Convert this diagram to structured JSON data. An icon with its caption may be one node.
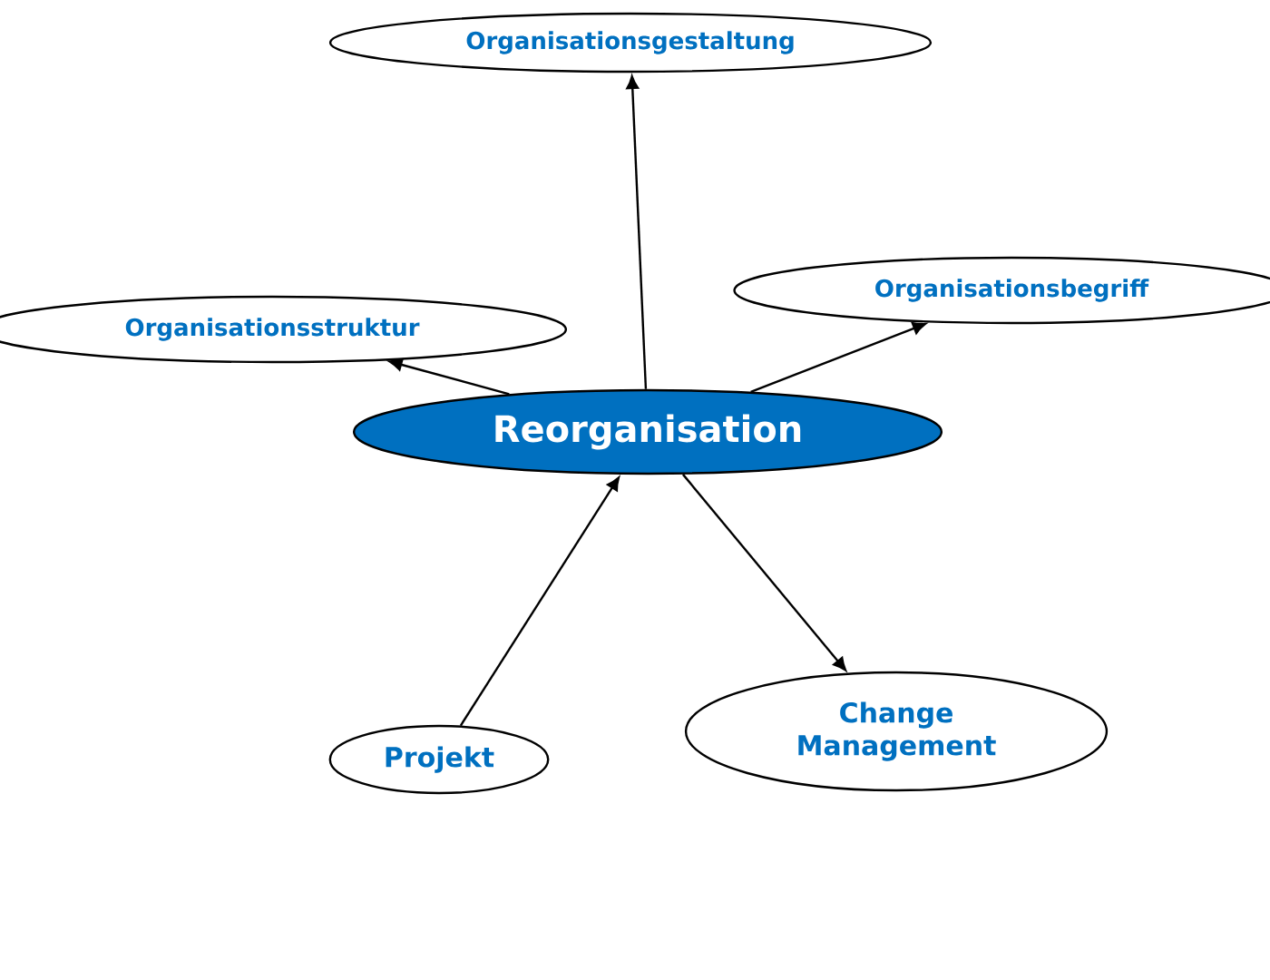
{
  "diagram": {
    "nodes": [
      {
        "text": [
          "Organisationsgestaltung"
        ]
      },
      {
        "text": [
          "Organisationsbegriff"
        ]
      },
      {
        "text": [
          "Organisationsstruktur"
        ]
      },
      {
        "text": [
          "Reorganisation"
        ]
      },
      {
        "text": [
          "Projekt"
        ]
      },
      {
        "text": [
          "Change Management"
        ]
      }
    ],
    "edges": [
      {
        "from": 3,
        "to": 0,
        "arrow": "to"
      },
      {
        "from": 3,
        "to": 1,
        "arrow": "to"
      },
      {
        "from": 3,
        "to": 2,
        "arrow": "to"
      },
      {
        "from": 4,
        "to": 3,
        "arrow": "to"
      },
      {
        "from": 3,
        "to": 5,
        "arrow": "to"
      }
    ]
  }
}
